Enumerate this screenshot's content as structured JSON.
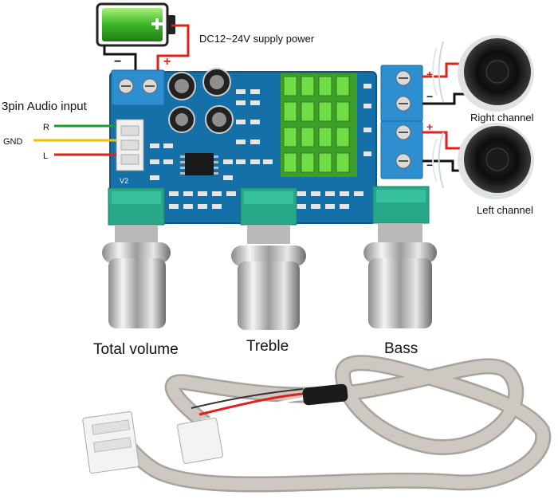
{
  "labels": {
    "supply": "DC12~24V supply power",
    "audio_input": "3pin Audio input",
    "pin_r": "R",
    "pin_gnd": "GND",
    "pin_l": "L",
    "minus": "−",
    "plus": "+",
    "right_channel": "Right channel",
    "left_channel": "Left channel",
    "total_volume": "Total volume",
    "treble": "Treble",
    "bass": "Bass",
    "board_mark": "V2"
  },
  "colors": {
    "pcb": "#1670a8",
    "terminal": "#2d8fd0",
    "heatsink": "#5fcf3c",
    "pot_body": "#27a889",
    "battery": "#35b526",
    "wire_red": "#e0201b",
    "wire_black": "#111111",
    "wire_green": "#1f9a2f",
    "wire_yellow": "#f2c200",
    "cable_gray": "#c8c3bc"
  }
}
